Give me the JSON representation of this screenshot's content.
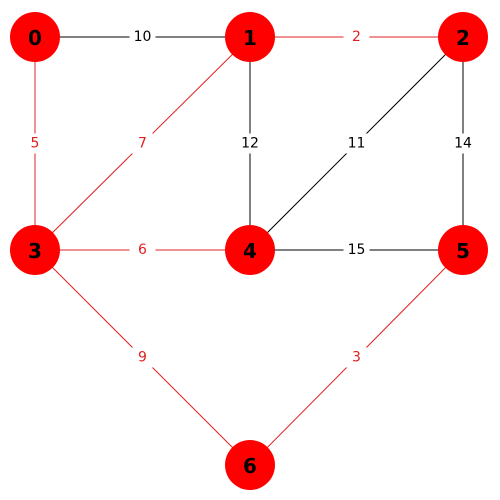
{
  "graph": {
    "colors": {
      "node_fill": "#ff0000",
      "node_text": "#000000",
      "highlight_edge": "#e02020",
      "normal_edge": "#000000",
      "highlight_label": "#e02020",
      "normal_label": "#000000",
      "background": "#ffffff"
    },
    "nodes": [
      {
        "id": "0",
        "label": "0"
      },
      {
        "id": "1",
        "label": "1"
      },
      {
        "id": "2",
        "label": "2"
      },
      {
        "id": "3",
        "label": "3"
      },
      {
        "id": "4",
        "label": "4"
      },
      {
        "id": "5",
        "label": "5"
      },
      {
        "id": "6",
        "label": "6"
      }
    ],
    "edges": [
      {
        "from": "0",
        "to": "1",
        "weight": "10",
        "highlighted": false
      },
      {
        "from": "1",
        "to": "2",
        "weight": "2",
        "highlighted": true
      },
      {
        "from": "0",
        "to": "3",
        "weight": "5",
        "highlighted": true
      },
      {
        "from": "1",
        "to": "3",
        "weight": "7",
        "highlighted": true
      },
      {
        "from": "1",
        "to": "4",
        "weight": "12",
        "highlighted": false
      },
      {
        "from": "2",
        "to": "4",
        "weight": "11",
        "highlighted": false
      },
      {
        "from": "2",
        "to": "5",
        "weight": "14",
        "highlighted": false
      },
      {
        "from": "3",
        "to": "4",
        "weight": "6",
        "highlighted": true
      },
      {
        "from": "4",
        "to": "5",
        "weight": "15",
        "highlighted": false
      },
      {
        "from": "3",
        "to": "6",
        "weight": "9",
        "highlighted": true
      },
      {
        "from": "5",
        "to": "6",
        "weight": "3",
        "highlighted": true
      }
    ]
  }
}
